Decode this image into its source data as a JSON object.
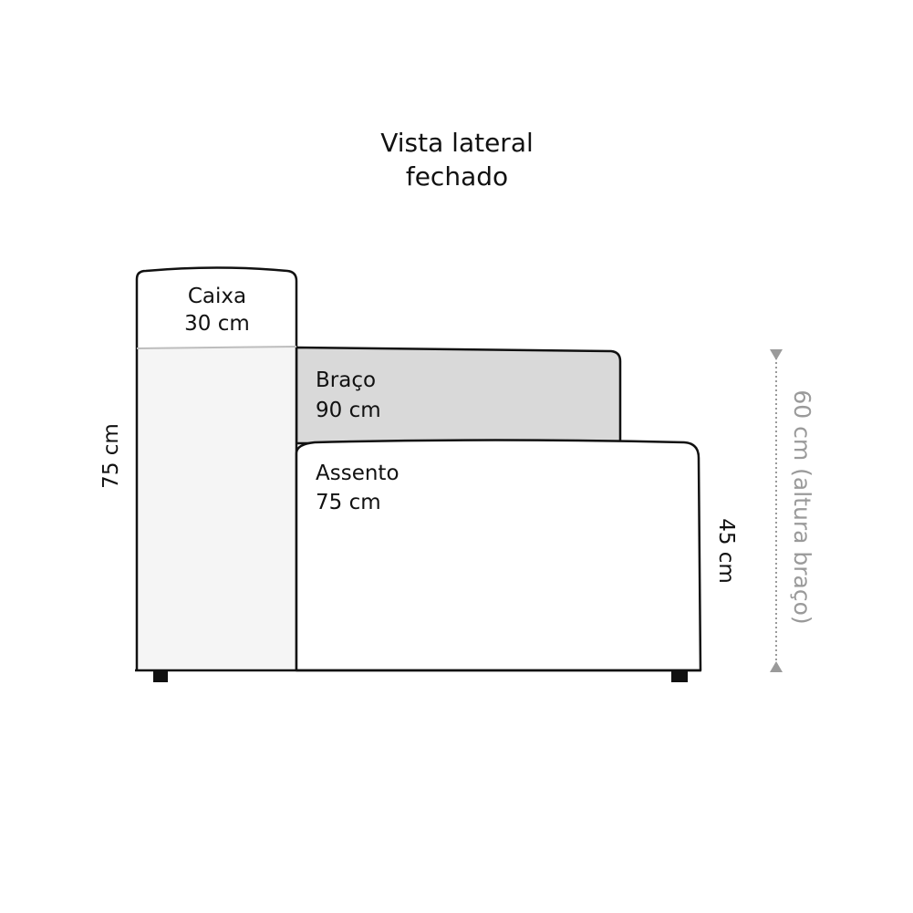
{
  "title": {
    "line1": "Vista lateral",
    "line2": "fechado"
  },
  "parts": {
    "caixa": {
      "name": "Caixa",
      "size": "30 cm"
    },
    "braco": {
      "name": "Braço",
      "size": "90 cm"
    },
    "assento": {
      "name": "Assento",
      "size": "75 cm"
    }
  },
  "dimensions": {
    "total_height": "75 cm",
    "seat_height": "45 cm",
    "arm_height": "60 cm (altura braço)"
  },
  "colors": {
    "outline": "#111111",
    "caixa_fill": "#f5f5f5",
    "braco_fill": "#d9d9d9",
    "assento_fill": "#ffffff",
    "dimension_gray": "#9a9a9a"
  }
}
